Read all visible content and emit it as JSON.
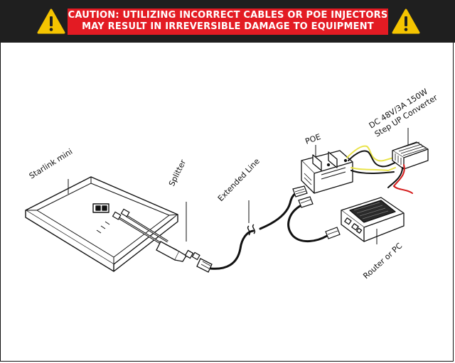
{
  "banner": {
    "line1": "CAUTION: UTILIZING INCORRECT CABLES OR POE INJECTORS",
    "line2": "MAY RESULT IN IRREVERSIBLE DAMAGE TO EQUIPMENT",
    "icon_left": "warning-triangle-icon",
    "icon_right": "warning-triangle-icon",
    "colors": {
      "banner_bg": "#1f1f1f",
      "caution_bg": "#e31b23",
      "icon_yellow": "#f5c400"
    }
  },
  "labels": {
    "starlink": "Starlink mini",
    "splitter": "Splitter",
    "extended_line": "Extended Line",
    "poe": "POE",
    "converter_line1": "DC 48V/3A 150W",
    "converter_line2": "Step UP Converter",
    "router": "Router or PC"
  }
}
